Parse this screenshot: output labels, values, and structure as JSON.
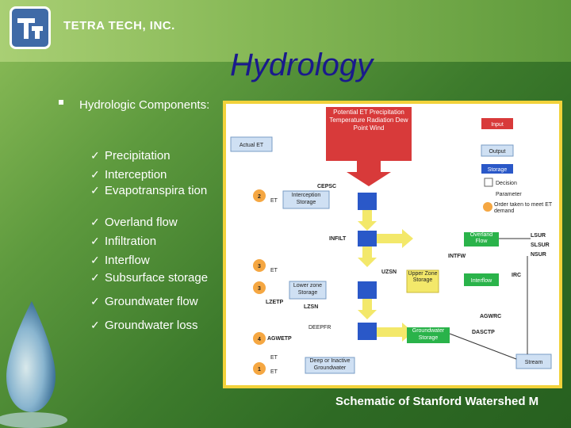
{
  "header": {
    "company": "TETRA TECH, INC."
  },
  "title": "Hydrology",
  "main_bullet": "Hydrologic Components:",
  "components": [
    "Precipitation",
    "Interception",
    "Evapotranspira tion",
    "Overland flow",
    "Infiltration",
    "Interflow",
    "Subsurface storage",
    "Groundwater flow",
    "Groundwater loss"
  ],
  "diagram": {
    "input_box": "Potential ET Precipitation Temperature Radiation Dew Point Wind",
    "actual_et": "Actual ET",
    "cepsc": "CEPSC",
    "interception_storage": "Interception Storage",
    "et_labels": [
      "ET",
      "ET",
      "ET",
      "ET"
    ],
    "infilt": "INFILT",
    "overland_flow": "Overland Flow",
    "intfw": "INTFW",
    "uzsn": "UZSN",
    "upper_zone": "Upper Zone Storage",
    "interflow": "Interflow",
    "irc": "IRC",
    "lzetp": "LZETP",
    "lower_zone": "Lower zone Storage",
    "lzsn": "LZSN",
    "deepfr": "DEEPFR",
    "groundwater_storage": "Groundwater Storage",
    "agwrc": "AGWRC",
    "dasctp": "DASCTP",
    "agwetp": "AGWETP",
    "deep_gw": "Deep or Inactive Groundwater",
    "stream": "Stream",
    "lsur": "LSUR",
    "slsur": "SLSUR",
    "nsur": "NSUR",
    "numbers": [
      "2",
      "3",
      "3",
      "4",
      "1"
    ],
    "legend": {
      "input": "Input",
      "output": "Output",
      "storage": "Storage",
      "decision": "Decision",
      "param": "Parameter",
      "order": "Order taken to meet ET demand"
    }
  },
  "caption": "Schematic of Stanford Watershed M"
}
